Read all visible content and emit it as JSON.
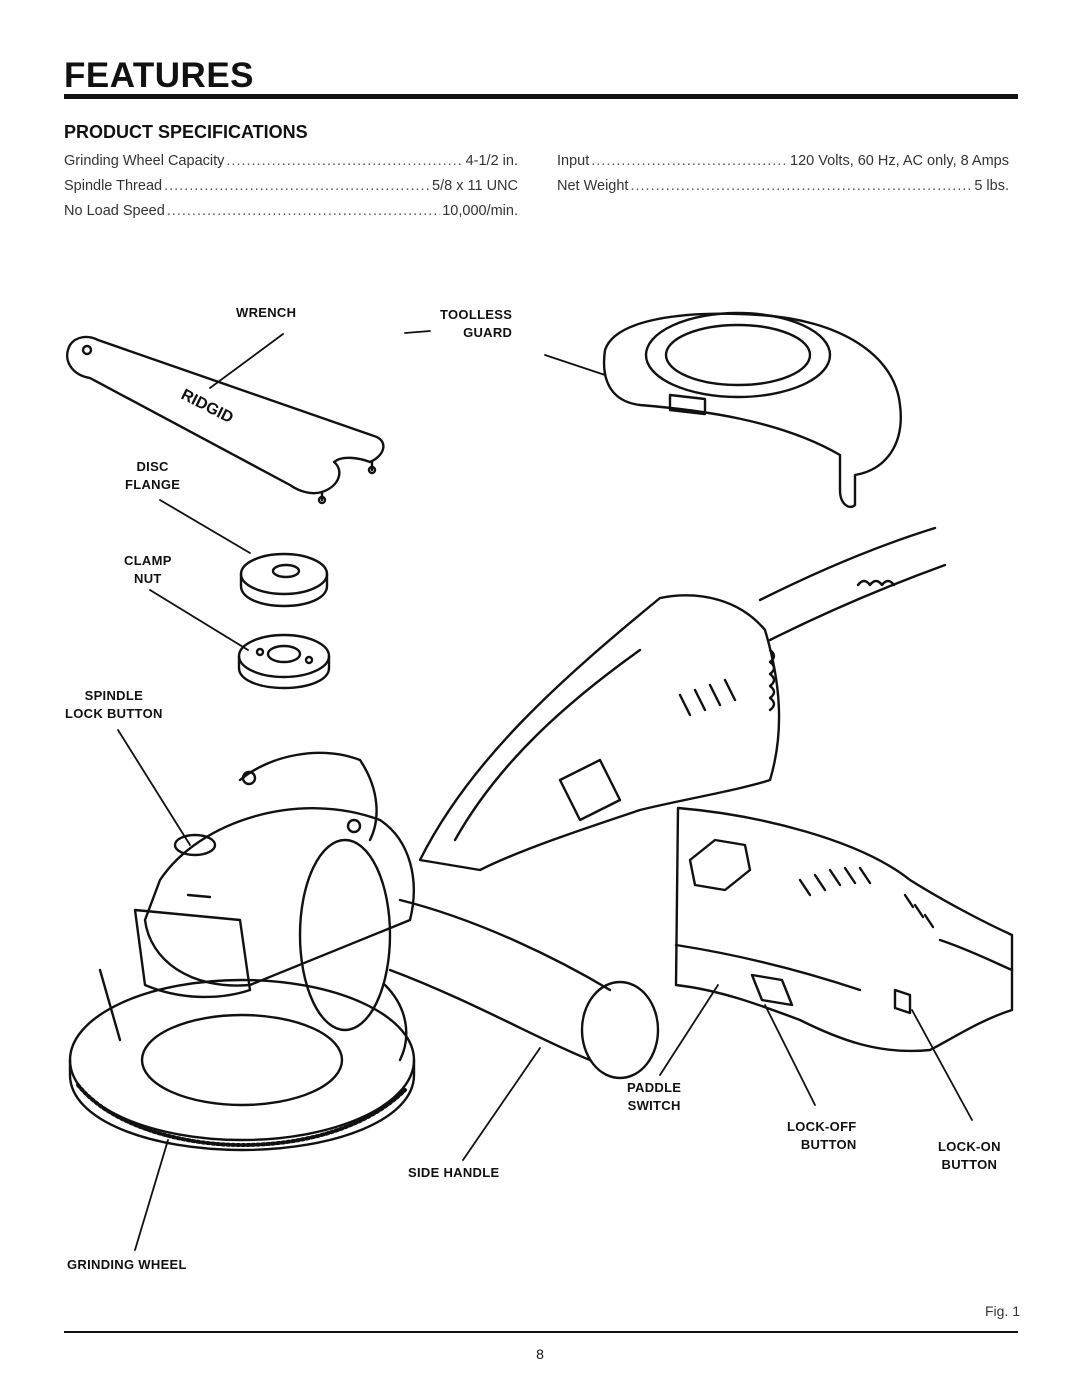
{
  "page": {
    "title": "FEATURES",
    "section_title": "PRODUCT SPECIFICATIONS",
    "fig_label": "Fig. 1",
    "page_number": "8"
  },
  "specs_left": [
    {
      "label": "Grinding Wheel Capacity",
      "value": "4-1/2 in."
    },
    {
      "label": "Spindle Thread",
      "value": "5/8 x 11 UNC"
    },
    {
      "label": "No Load Speed",
      "value": "10,000/min."
    }
  ],
  "specs_right": [
    {
      "label": "Input",
      "value": "120 Volts, 60 Hz, AC only, 8 Amps"
    },
    {
      "label": "Net Weight",
      "value": "5 lbs."
    }
  ],
  "callouts": {
    "wrench": "WRENCH",
    "toolless_guard_1": "TOOLLESS",
    "toolless_guard_2": "GUARD",
    "disc_flange_1": "DISC",
    "disc_flange_2": "FLANGE",
    "clamp_nut_1": "CLAMP",
    "clamp_nut_2": "NUT",
    "spindle_lock_1": "SPINDLE",
    "spindle_lock_2": "LOCK BUTTON",
    "paddle_switch_1": "PADDLE",
    "paddle_switch_2": "SWITCH",
    "lock_off_1": "LOCK-OFF",
    "lock_off_2": "BUTTON",
    "lock_on_1": "LOCK-ON",
    "lock_on_2": "BUTTON",
    "side_handle": "SIDE HANDLE",
    "grinding_wheel": "GRINDING WHEEL"
  },
  "wrench_logo": "RIDGID"
}
